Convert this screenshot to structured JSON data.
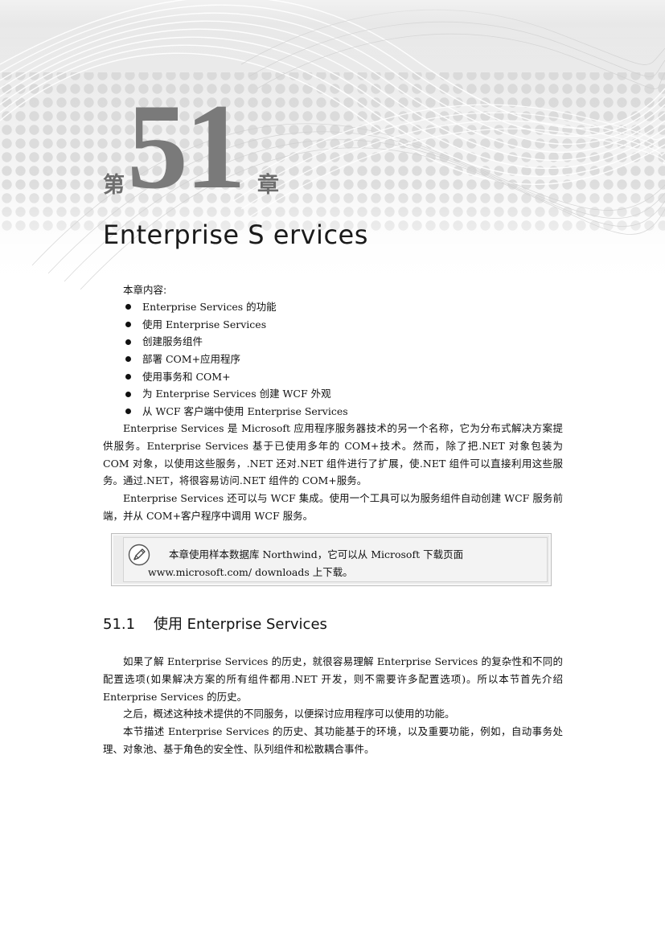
{
  "chapter": {
    "prefix": "第",
    "number": "51",
    "suffix": "章",
    "title": "Enterprise S ervices"
  },
  "contents": {
    "heading": "本章内容:",
    "items": [
      "Enterprise Services 的功能",
      "使用 Enterprise Services",
      "创建服务组件",
      "部署 COM+应用程序",
      "使用事务和 COM+",
      "为 Enterprise Services 创建 WCF 外观",
      "从 WCF 客户端中使用 Enterprise Services"
    ]
  },
  "intro": {
    "p1": "Enterprise Services 是 Microsoft 应用程序服务器技术的另一个名称，它为分布式解决方案提供服务。Enterprise Services 基于已使用多年的 COM+技术。然而，除了把.NET 对象包装为 COM 对象，以使用这些服务，.NET 还对.NET 组件进行了扩展，使.NET 组件可以直接利用这些服务。通过.NET，将很容易访问.NET 组件的 COM+服务。",
    "p2": "Enterprise Services 还可以与 WCF 集成。使用一个工具可以为服务组件自动创建 WCF 服务前端，并从 COM+客户程序中调用 WCF 服务。"
  },
  "note": {
    "icon": "pencil-icon",
    "text": "本章使用样本数据库 Northwind，它可以从 Microsoft 下载页面 www.microsoft.com/ downloads 上下载。"
  },
  "section": {
    "heading": "51.1    使用 Enterprise Services",
    "p1": "如果了解 Enterprise Services 的历史，就很容易理解 Enterprise Services 的复杂性和不同的配置选项(如果解决方案的所有组件都用.NET 开发，则不需要许多配置选项)。所以本节首先介绍 Enterprise Services 的历史。",
    "p2": "之后，概述这种技术提供的不同服务，以便探讨应用程序可以使用的功能。",
    "p3": "本节描述 Enterprise Services 的历史、其功能基于的环境，以及重要功能，例如，自动事务处理、对象池、基于角色的安全性、队列组件和松散耦合事件。"
  }
}
